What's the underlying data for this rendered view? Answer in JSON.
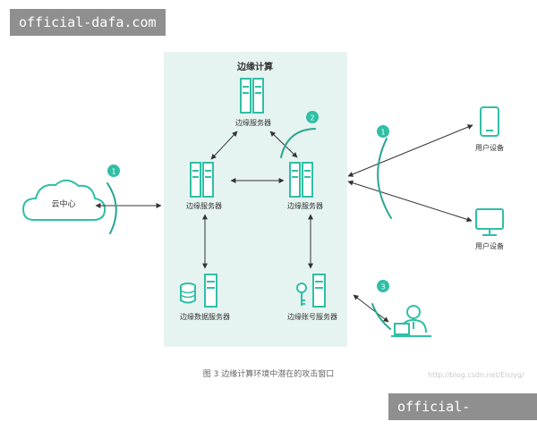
{
  "watermark": {
    "top": "official-dafa.com",
    "bottom": "official-dafa.com"
  },
  "credit": "http://blog.csdn.net/Elsiyg/",
  "diagram": {
    "region_title": "边缘计算",
    "caption": "图 3 边缘计算环境中潜在的攻击窗口",
    "nodes": {
      "cloud": "云中心",
      "server_top": "边缘服务器",
      "server_left": "边缘服务器",
      "server_right": "边缘服务器",
      "data_server": "边缘数据服务器",
      "account_server": "边缘账号服务器",
      "phone": "用户设备",
      "monitor": "用户设备"
    },
    "badges": {
      "b1_left": "1",
      "b2": "2",
      "b1_right": "1",
      "b3": "3"
    }
  },
  "colors": {
    "accent": "#2fbfa5",
    "panel": "#e6f4f1",
    "line": "#333333",
    "text": "#333333",
    "badge": "#2fbfa5",
    "arc": "#2aa590"
  }
}
